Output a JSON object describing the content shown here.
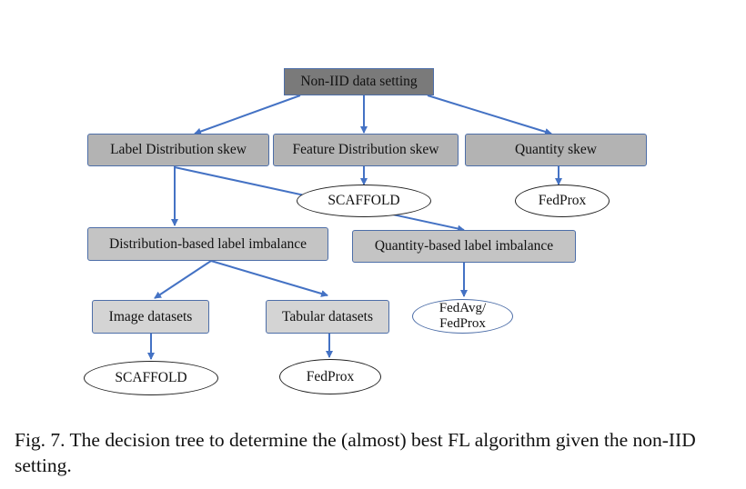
{
  "diagram": {
    "root": {
      "label": "Non-IID data setting",
      "fill": "#7a7a7a"
    },
    "categories": {
      "label_skew": "Label Distribution skew",
      "feature_skew": "Feature Distribution skew",
      "quantity_skew": "Quantity skew"
    },
    "subcategories": {
      "distribution_label_imbalance": "Distribution-based label imbalance",
      "quantity_label_imbalance": "Quantity-based label imbalance"
    },
    "datasets": {
      "image": "Image datasets",
      "tabular": "Tabular datasets"
    },
    "algorithms": {
      "feature_skew_result": "SCAFFOLD",
      "quantity_skew_result": "FedProx",
      "quantity_label_result_line1": "FedAvg/",
      "quantity_label_result_line2": "FedProx",
      "image_result": "SCAFFOLD",
      "tabular_result": "FedProx"
    },
    "colors": {
      "arrow": "#4472c4",
      "box_border": "#4d6ea8"
    }
  },
  "caption": "Fig. 7.  The decision tree to determine the (almost) best FL algorithm given the non-IID setting."
}
